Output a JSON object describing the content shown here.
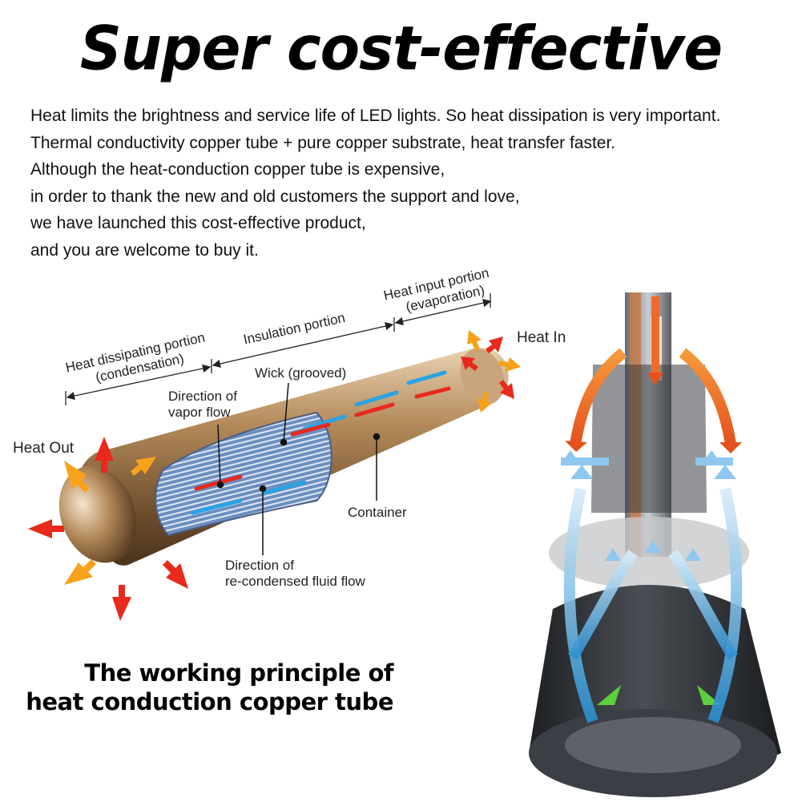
{
  "title": "Super cost-effective",
  "description": [
    "Heat limits the brightness and service life of LED lights. So heat dissipation is very important.",
    "Thermal conductivity copper tube + pure copper substrate, heat transfer faster.",
    "Although the heat-conduction copper tube is expensive,",
    "in order to thank the new and old customers the support and love,",
    "we have launched this cost-effective product,",
    "and you are welcome to buy it."
  ],
  "diagram": {
    "heat_dissipating_line1": "Heat dissipating portion",
    "heat_dissipating_line2": "(condensation)",
    "insulation": "Insulation portion",
    "heat_input_line1": "Heat input portion",
    "heat_input_line2": "(evaporation)",
    "heat_in": "Heat In",
    "heat_out": "Heat Out",
    "wick": "Wick (grooved)",
    "vapor_line1": "Direction of",
    "vapor_line2": "vapor flow",
    "container": "Container",
    "fluid_line1": "Direction of",
    "fluid_line2": "re-condensed fluid flow"
  },
  "subtitle_line1": "The working principle of",
  "subtitle_line2": "heat conduction copper tube",
  "colors": {
    "copper": "#b48a5a",
    "heat_red": "#e8291c",
    "heat_orange": "#f7a21b",
    "vapor_blue": "#2aa3e3",
    "bulb_dark": "#2c2f33"
  }
}
